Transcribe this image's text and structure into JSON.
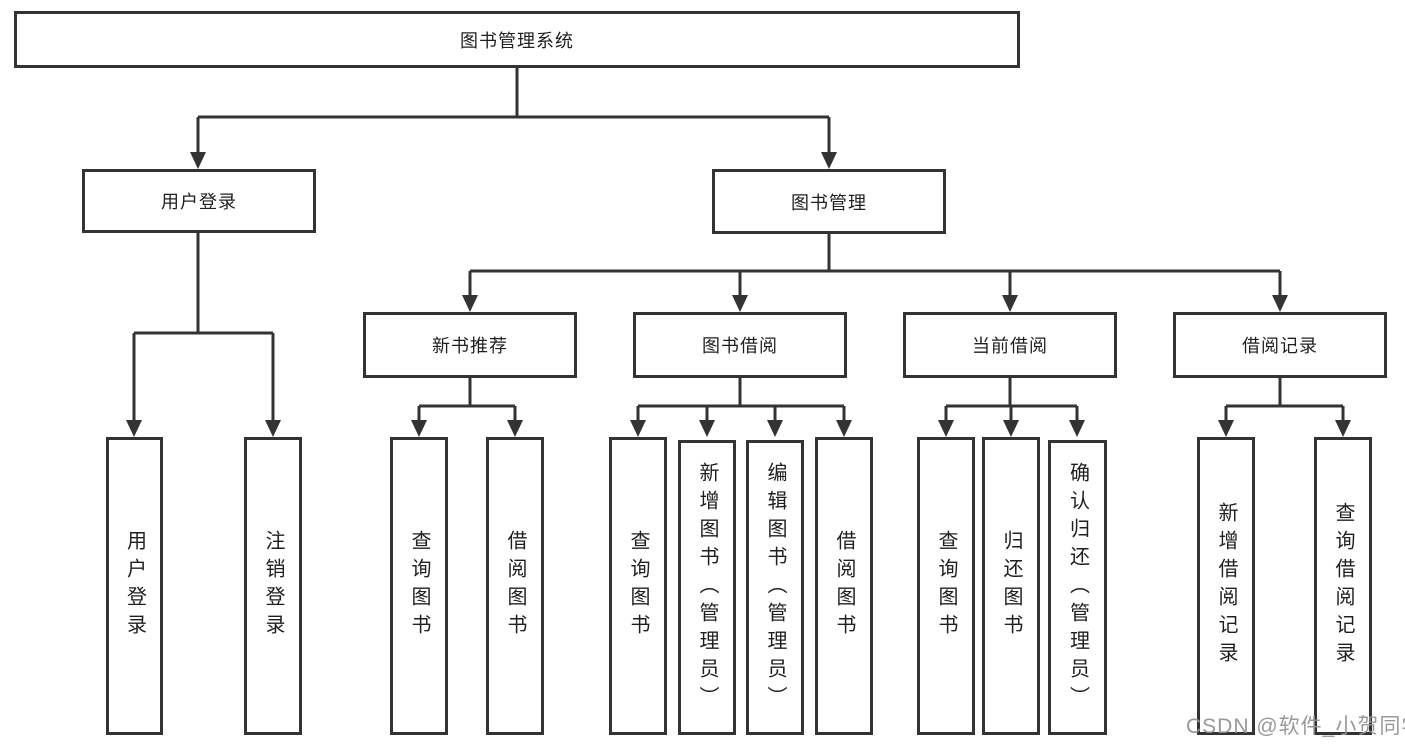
{
  "tree": {
    "root": "图书管理系统",
    "branches": [
      {
        "label": "用户登录",
        "children": [
          "用户登录",
          "注销登录"
        ]
      },
      {
        "label": "图书管理",
        "children": [
          {
            "label": "新书推荐",
            "children": [
              "查询图书",
              "借阅图书"
            ]
          },
          {
            "label": "图书借阅",
            "children": [
              "查询图书",
              "新增图书（管理员）",
              "编辑图书（管理员）",
              "借阅图书"
            ]
          },
          {
            "label": "当前借阅",
            "children": [
              "查询图书",
              "归还图书",
              "确认归还（管理员）"
            ]
          },
          {
            "label": "借阅记录",
            "children": [
              "新增借阅记录",
              "查询借阅记录"
            ]
          }
        ]
      }
    ]
  },
  "watermark": "CSDN @软件_小贺同学",
  "colors": {
    "line": "#333333",
    "box_border": "#333333",
    "text": "#1f1f1f",
    "watermark": "#949494",
    "background": "#ffffff"
  }
}
